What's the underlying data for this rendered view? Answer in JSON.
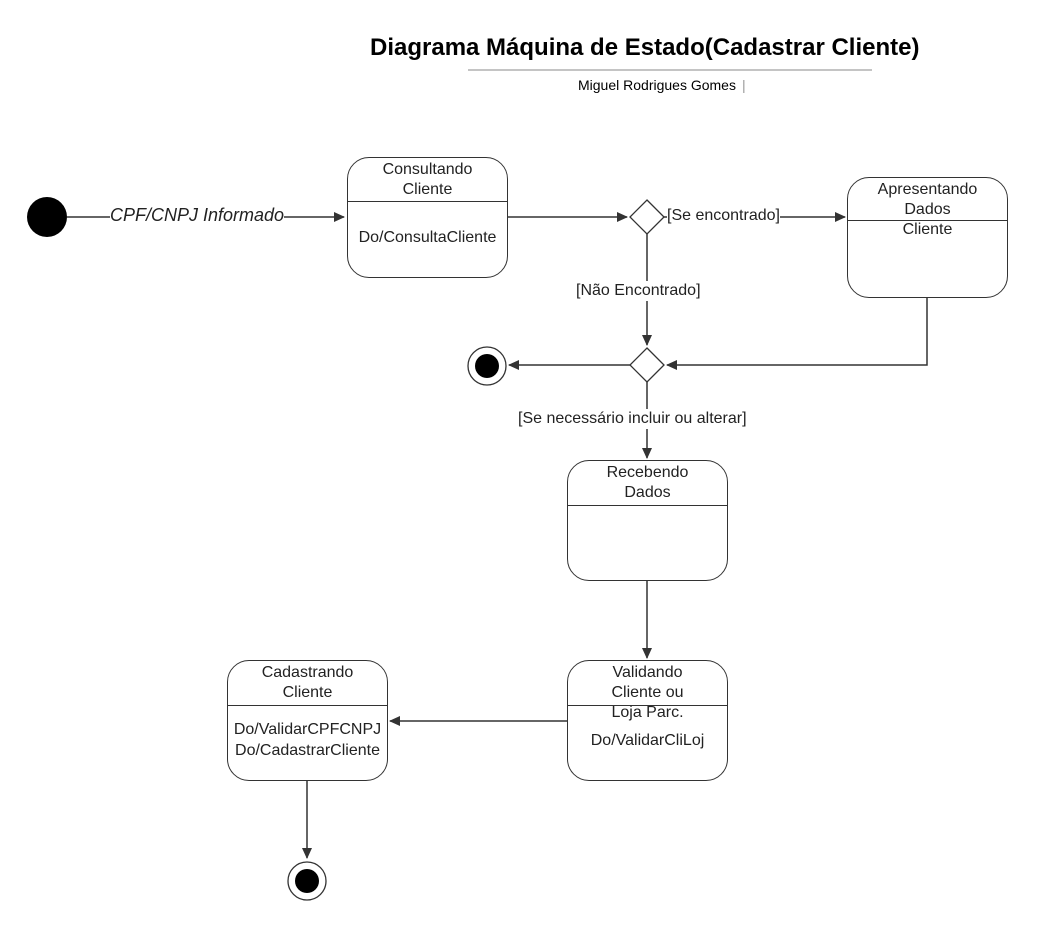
{
  "title": "Diagrama Máquina de Estado(Cadastrar Cliente)",
  "author": "Miguel Rodrigues Gomes",
  "states": {
    "consultando": {
      "name_lines": [
        "Consultando",
        "Cliente"
      ],
      "actions": [
        "Do/ConsultaCliente"
      ]
    },
    "apresentando": {
      "name_lines": [
        "Apresentando",
        "Dados",
        "Cliente"
      ],
      "actions": []
    },
    "recebendo": {
      "name_lines": [
        "Recebendo",
        "Dados"
      ],
      "actions": []
    },
    "validando": {
      "name_lines": [
        "Validando",
        "Cliente ou",
        "Loja Parc."
      ],
      "actions": [
        "Do/ValidarCliLoj"
      ]
    },
    "cadastrando": {
      "name_lines": [
        "Cadastrando",
        "Cliente"
      ],
      "actions": [
        "Do/ValidarCPFCNPJ",
        "Do/CadastrarCliente"
      ]
    }
  },
  "transitions": {
    "initial_to_consultando": "CPF/CNPJ Informado",
    "se_encontrado": "[Se encontrado]",
    "nao_encontrado": "[Não Encontrado]",
    "se_necessario": "[Se necessário incluir ou alterar]"
  }
}
